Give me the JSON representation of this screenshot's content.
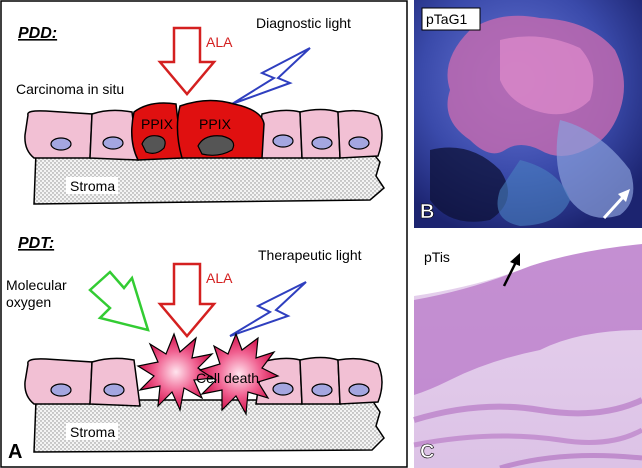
{
  "panel_a": {
    "letter": "A",
    "pdd": {
      "heading": "PDD:",
      "drug_label": "ALA",
      "light_label": "Diagnostic light",
      "lesion_label": "Carcinoma in situ",
      "cell_label_1": "PPIX",
      "cell_label_2": "PPIX",
      "stroma_label": "Stroma"
    },
    "pdt": {
      "heading": "PDT:",
      "drug_label": "ALA",
      "light_label": "Therapeutic light",
      "oxygen_label_1": "Molecular",
      "oxygen_label_2": "oxygen",
      "effect_label": "Cell death",
      "stroma_label": "Stroma"
    }
  },
  "panel_b": {
    "letter": "B",
    "caption": "pTaG1"
  },
  "panel_c": {
    "letter": "C",
    "caption": "pTis"
  },
  "colors": {
    "ala_arrow": "#d42020",
    "light_bolt": "#2f3fbf",
    "oxygen_arrow": "#33cc33",
    "cell_fill": "#f2c0d4",
    "nucleus_fill": "#a4a6e0",
    "ppix_fill": "#e01010",
    "starburst": "#e8185a"
  }
}
